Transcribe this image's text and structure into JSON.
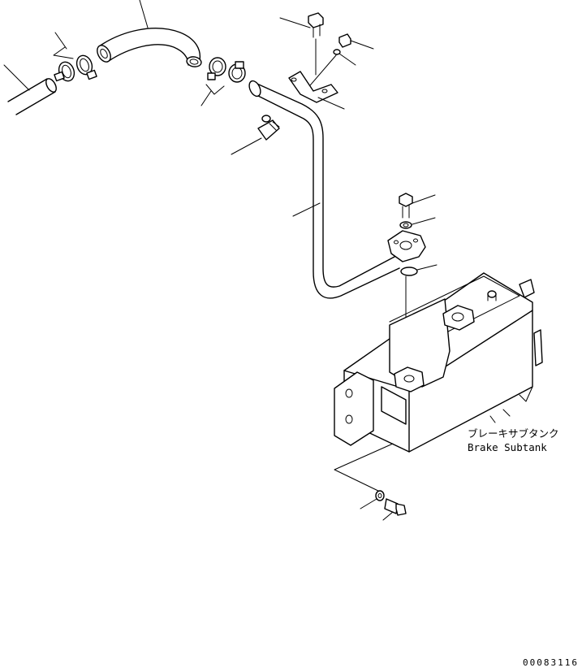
{
  "diagram": {
    "tank_label_jp": "ブレーキサブタンク",
    "tank_label_en": "Brake Subtank",
    "figure_number": "00083116"
  }
}
